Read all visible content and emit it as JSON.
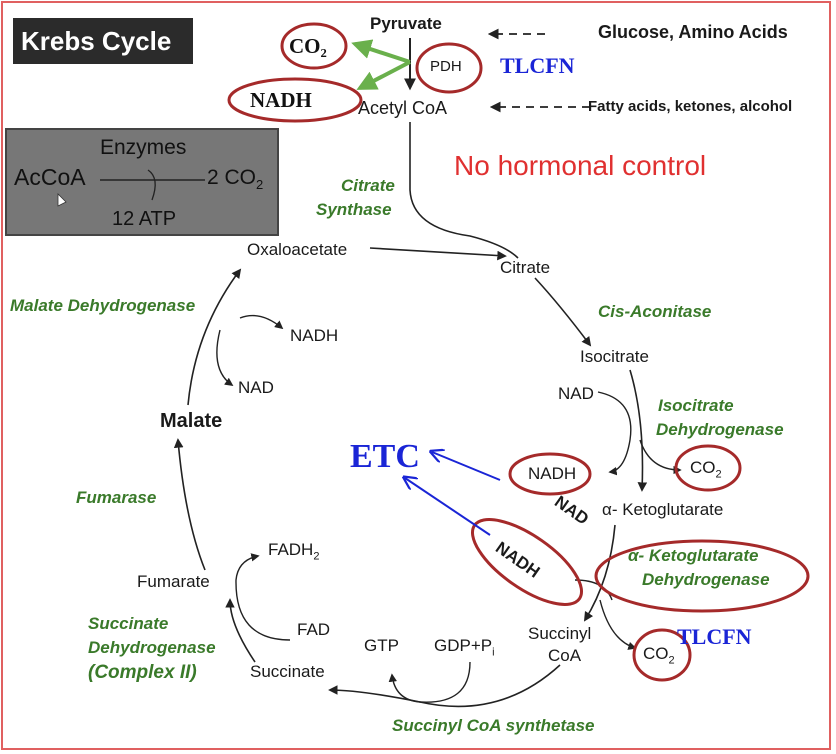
{
  "title": "Krebs Cycle",
  "summary": {
    "enzymes": "Enzymes",
    "acoa": "AcCoA",
    "co2": "2 CO",
    "co2_sub": "2",
    "atp": "12 ATP"
  },
  "top": {
    "pyruvate": "Pyruvate",
    "pdh": "PDH",
    "co2_circle": "CO₂",
    "nadh_circle": "NADH",
    "acetyl_coa": "Acetyl CoA",
    "glucose": "Glucose, Amino Acids",
    "fatty": "Fatty acids, ketones, alcohol",
    "tlcfn_top": "TLCFN",
    "hormonal": "No hormonal control"
  },
  "metabolites": {
    "oxaloacetate": "Oxaloacetate",
    "citrate": "Citrate",
    "isocitrate": "Isocitrate",
    "alpha_kg": "α- Ketoglutarate",
    "succinyl_coa_1": "Succinyl",
    "succinyl_coa_2": "CoA",
    "succinate": "Succinate",
    "fumarate": "Fumarate",
    "malate": "Malate"
  },
  "enzymes": {
    "citrate_synthase_1": "Citrate",
    "citrate_synthase_2": "Synthase",
    "cis_aconitase": "Cis-Aconitase",
    "icdh_1": "Isocitrate",
    "icdh_2": "Dehydrogenase",
    "akgdh_1": "α- Ketoglutarate",
    "akgdh_2": "Dehydrogenase",
    "succinyl_synthetase": "Succinyl CoA  synthetase",
    "sdh_1": "Succinate",
    "sdh_2": "Dehydrogenase",
    "sdh_3": "(Complex II)",
    "fumarase": "Fumarase",
    "mdh": "Malate Dehydrogenase"
  },
  "cofactors": {
    "nad_icdh": "NAD",
    "nadh_icdh": "NADH",
    "co2_icdh_main": "CO",
    "co2_icdh_sub": "2",
    "nad_akg": "NAD",
    "nadh_akg": "NADH",
    "co2_akg_main": "CO",
    "co2_akg_sub": "2",
    "gtp": "GTP",
    "gdp_main": "GDP+P",
    "gdp_sub": "i",
    "fad": "FAD",
    "fadh_main": "FADH",
    "fadh_sub": "2",
    "nadh_mdh": "NADH",
    "nad_mdh": "NAD"
  },
  "annotations": {
    "etc": "ETC",
    "tlcfn_bottom": "TLCFN"
  },
  "colors": {
    "annotation_red": "#a52a2a",
    "enzyme_green": "#3a7a2a",
    "handwritten_blue": "#1a25d6",
    "hormonal_red": "#e03030",
    "arrow_green": "#6ab04c"
  }
}
